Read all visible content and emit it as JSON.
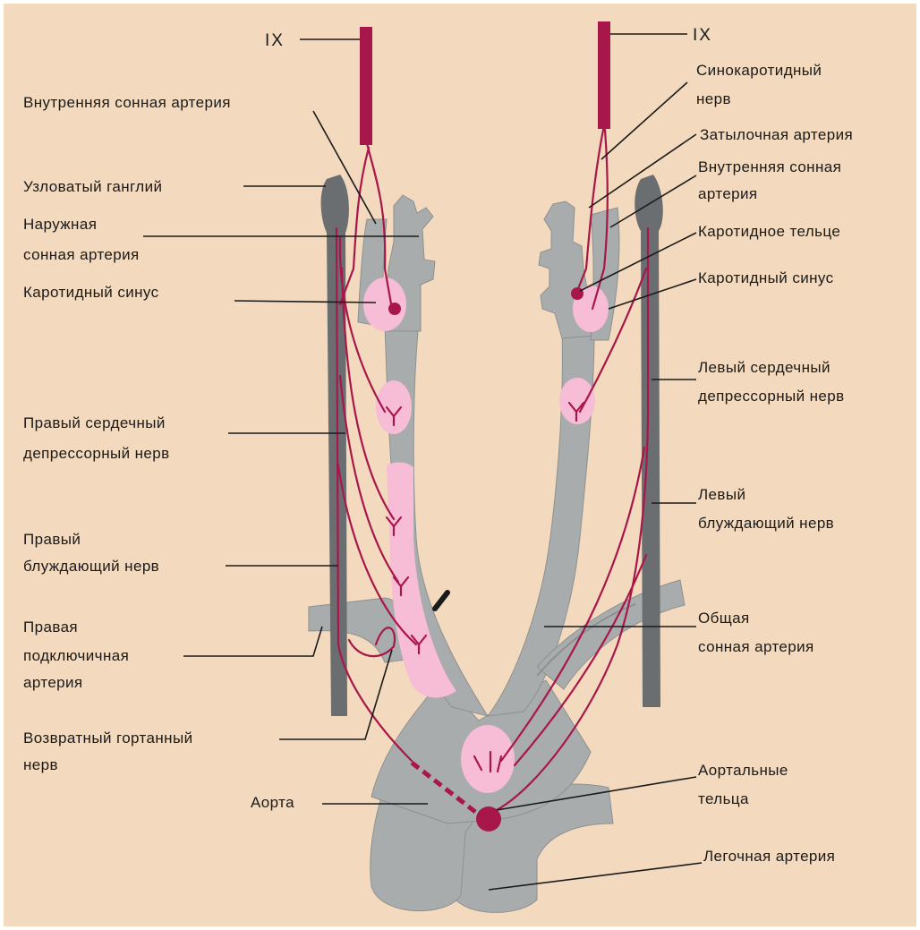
{
  "colors": {
    "background": "#f3d9bd",
    "vessel": "#a9acad",
    "vessel_edge": "#8d9091",
    "nerve_dark": "#6b6e70",
    "nerve_red": "#a8174a",
    "receptor_pink": "#f7bcd6",
    "label": "#1a1a1a"
  },
  "labels": {
    "ix_left": "IX",
    "ix_right": "IX",
    "internal_carotid_left": "Внутренняя сонная артерия",
    "nodose_ganglion": "Узловатый ганглий",
    "external_carotid_l1": "Наружная",
    "external_carotid_l2": "сонная артерия",
    "carotid_sinus_left": "Каротидный синус",
    "right_depressor_l1": "Правый сердечный",
    "right_depressor_l2": "депрессорный нерв",
    "right_vagus_l1": "Правый",
    "right_vagus_l2": "блуждающий нерв",
    "right_subclavian_l1": "Правая",
    "right_subclavian_l2": "подключичная",
    "right_subclavian_l3": "артерия",
    "recurrent_laryngeal_l1": "Возвратный гортанный",
    "recurrent_laryngeal_l2": "нерв",
    "aorta": "Аорта",
    "sinocarotid_l1": "Синокаротидный",
    "sinocarotid_l2": "нерв",
    "occipital_artery": "Затылочная артерия",
    "internal_carotid_right_l1": "Внутренняя сонная",
    "internal_carotid_right_l2": "артерия",
    "carotid_body": "Каротидное тельце",
    "carotid_sinus_right": "Каротидный синус",
    "left_depressor_l1": "Левый сердечный",
    "left_depressor_l2": "депрессорный нерв",
    "left_vagus_l1": "Левый",
    "left_vagus_l2": "блуждающий нерв",
    "common_carotid_l1": "Общая",
    "common_carotid_l2": "сонная артерия",
    "aortic_bodies_l1": "Аортальные",
    "aortic_bodies_l2": "тельца",
    "pulmonary_artery": "Легочная артерия"
  }
}
